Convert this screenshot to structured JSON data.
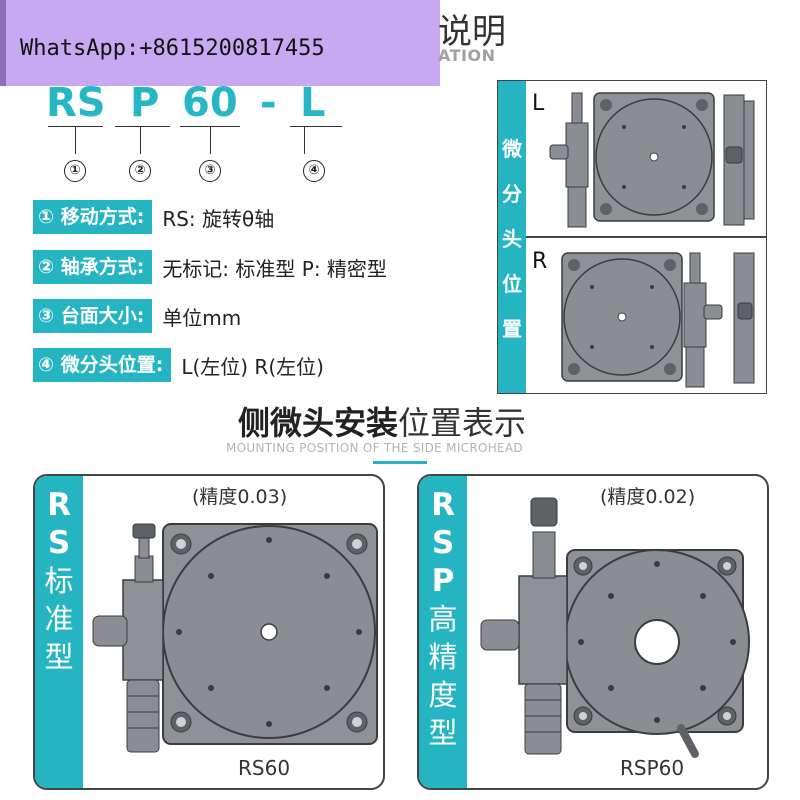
{
  "watermark": {
    "text": "WhatsApp:+8615200817455"
  },
  "header": {
    "title_partial": "说明",
    "subtitle_partial": "ATION"
  },
  "code": {
    "parts": [
      "RS",
      "P",
      "60",
      "-",
      "L"
    ],
    "circles": [
      "①",
      "②",
      "③",
      "④"
    ]
  },
  "specs": [
    {
      "label": "① 移动方式:",
      "value": "RS: 旋转θ轴"
    },
    {
      "label": "② 轴承方式:",
      "value": "无标记: 标准型  P: 精密型"
    },
    {
      "label": "③ 台面大小:",
      "value": "单位mm"
    },
    {
      "label": "④ 微分头位置:",
      "value": "L(左位)    R(左位)"
    }
  ],
  "position_box": {
    "side_chars": [
      "微",
      "分",
      "头",
      "位",
      "置"
    ],
    "letters": [
      "L",
      "R"
    ]
  },
  "section": {
    "title_bold": "侧微头安装",
    "title_rest": "位置表示",
    "subtitle": "MOUNTING POSITION OF THE SIDE MICROHEAD"
  },
  "panels": [
    {
      "side_big": [
        "R",
        "S"
      ],
      "side_cn": [
        "标",
        "准",
        "型"
      ],
      "precision": "(精度0.03)",
      "model": "RS60"
    },
    {
      "side_big": [
        "R",
        "S",
        "P"
      ],
      "side_cn": [
        "高",
        "精",
        "度",
        "型"
      ],
      "precision": "(精度0.02)",
      "model": "RSP60"
    }
  ],
  "colors": {
    "accent": "#25b5c2",
    "metal": "#8e9196",
    "metal_dark": "#5e6166",
    "banner": "#c9a8f2"
  }
}
